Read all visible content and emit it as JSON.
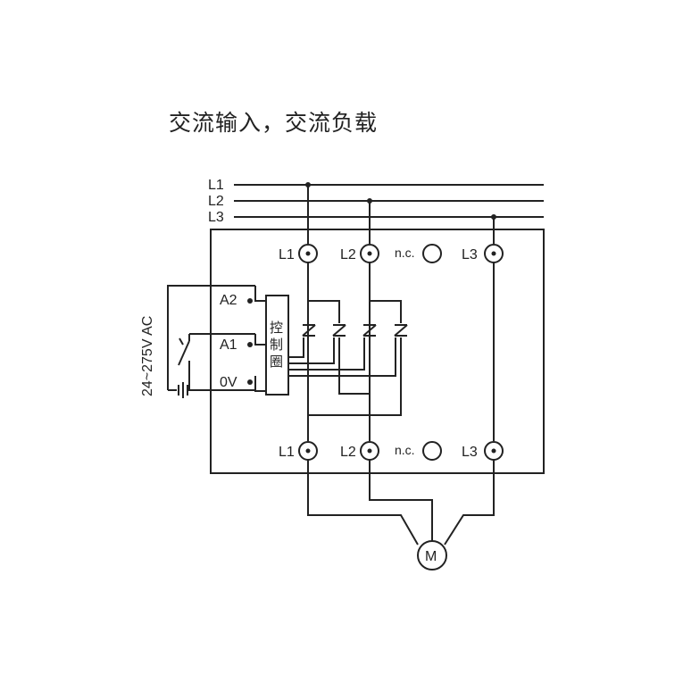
{
  "title": "交流输入，交流负载",
  "lines": [
    "L1",
    "L2",
    "L3"
  ],
  "top_terminals": [
    "L1",
    "L2",
    "n.c.",
    "L3"
  ],
  "bottom_terminals": [
    "L1",
    "L2",
    "n.c.",
    "L3"
  ],
  "control_terminals": [
    "A2",
    "A1",
    "0V"
  ],
  "control_coil": [
    "控",
    "制",
    "圈"
  ],
  "supply_voltage": "24~275V AC",
  "motor": "M"
}
